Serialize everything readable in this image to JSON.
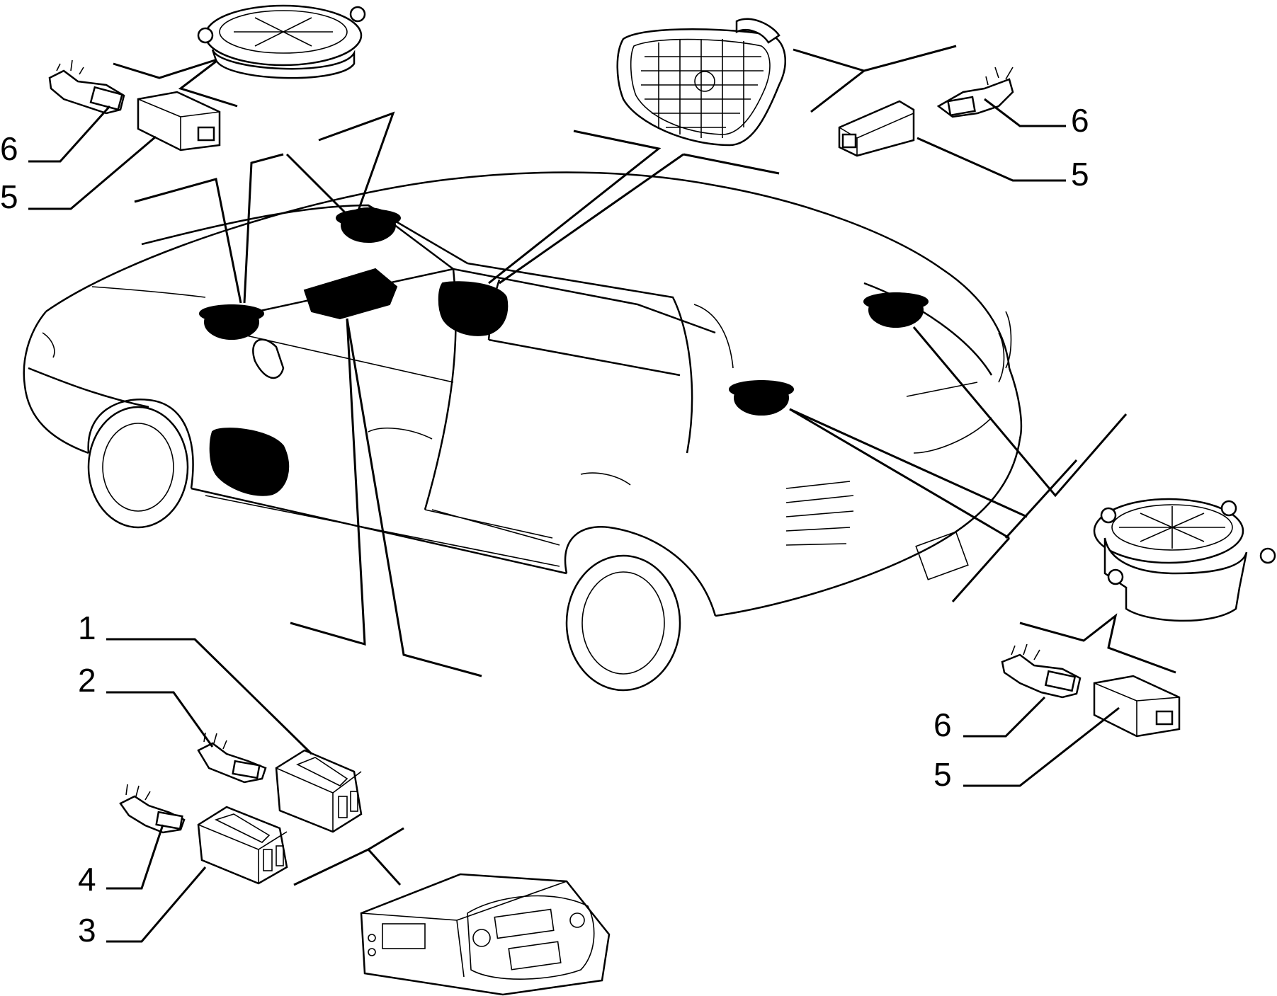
{
  "diagram": {
    "callouts": {
      "tl_6": "6",
      "tl_5": "5",
      "tr_6": "6",
      "tr_5": "5",
      "br_6": "6",
      "br_5": "5",
      "bl_1": "1",
      "bl_2": "2",
      "bl_4": "4",
      "bl_3": "3"
    }
  }
}
